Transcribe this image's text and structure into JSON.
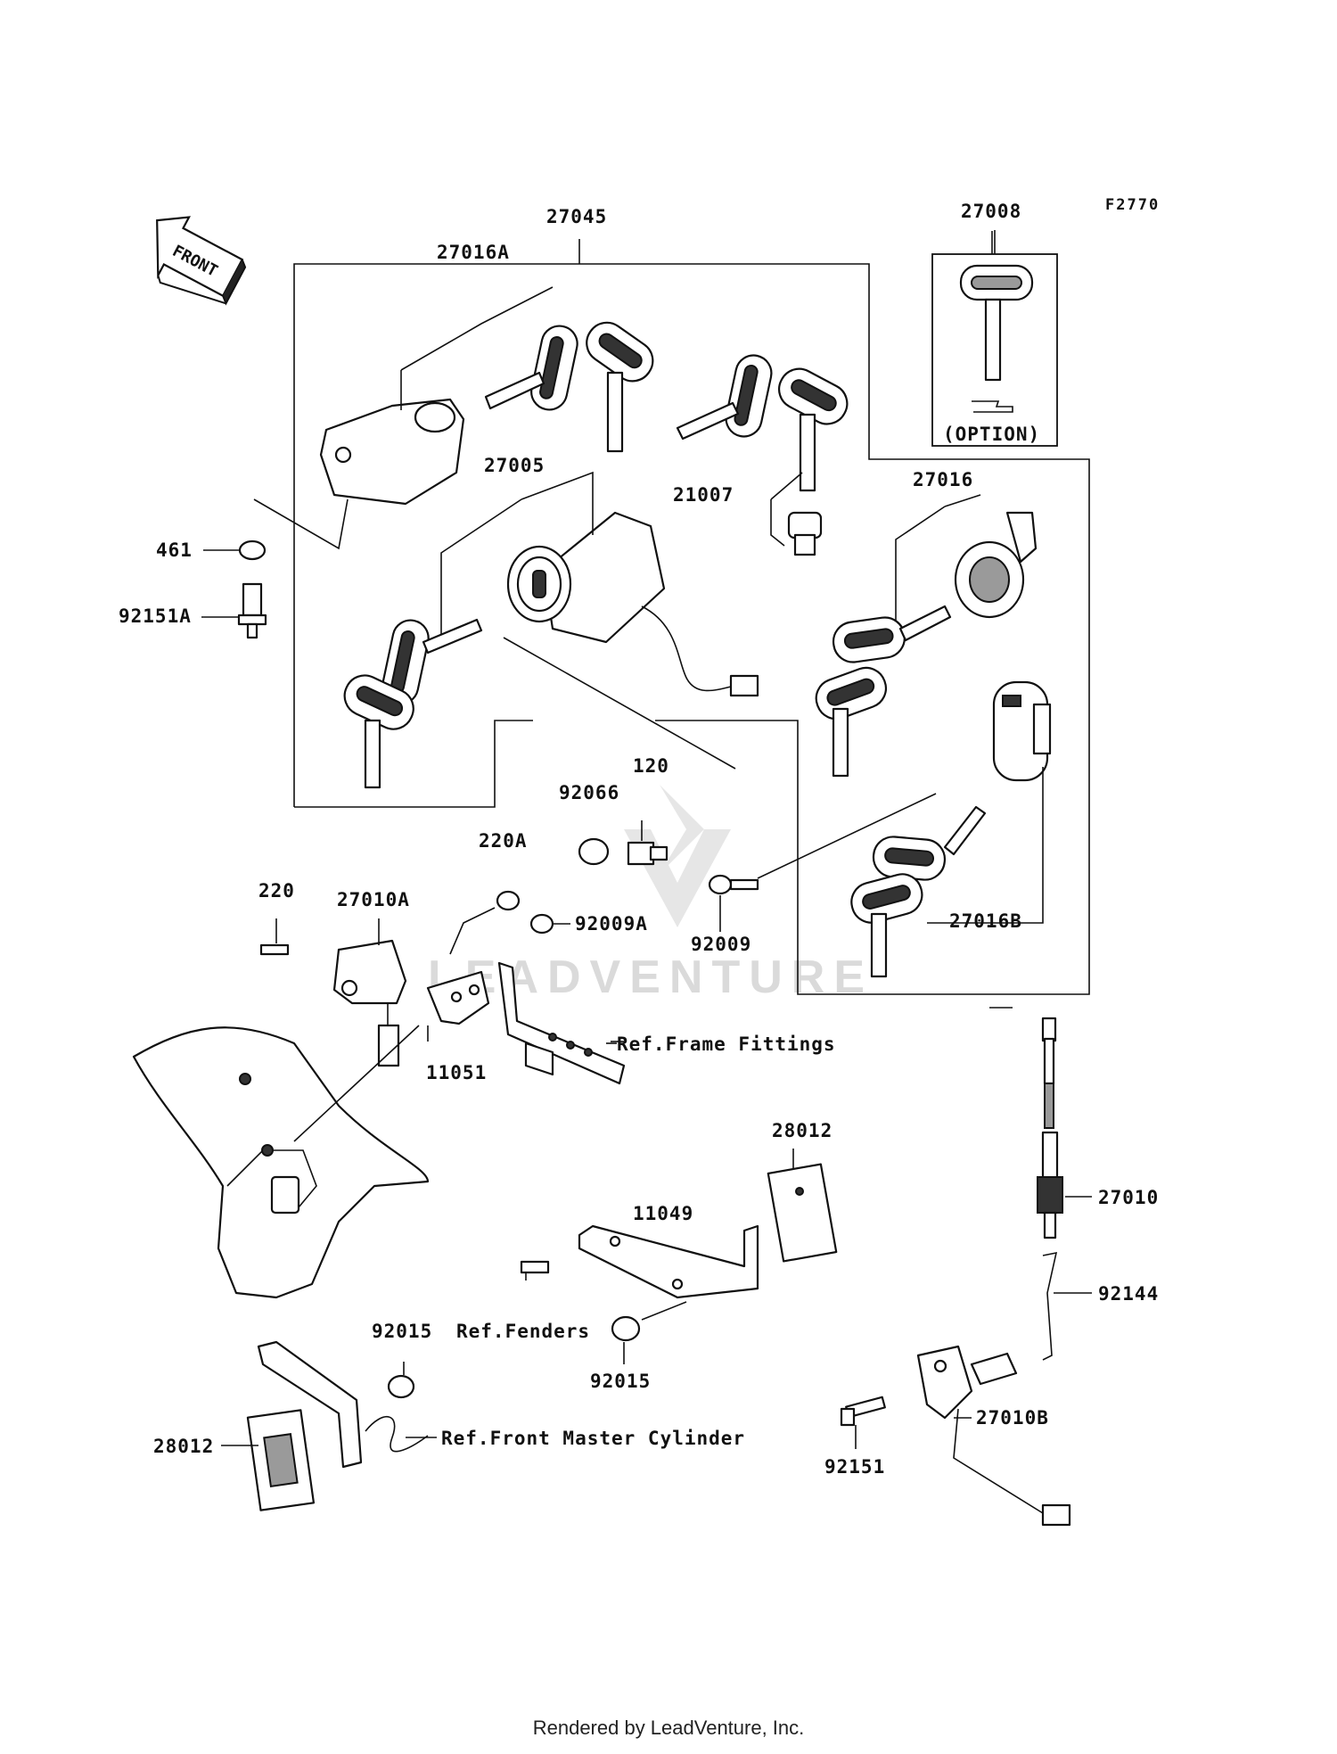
{
  "diagram": {
    "code": "F2770",
    "front_label": "FRONT",
    "option_label": "(OPTION)",
    "watermark": "LEADVENTURE",
    "parts": {
      "p27045": "27045",
      "p27008": "27008",
      "p27016A": "27016A",
      "p27005": "27005",
      "p21007": "21007",
      "p27016": "27016",
      "p461": "461",
      "p92151A": "92151A",
      "p120": "120",
      "p92066": "92066",
      "p220A": "220A",
      "p220": "220",
      "p27010A": "27010A",
      "p92009A": "92009A",
      "p92009": "92009",
      "p27016B": "27016B",
      "p11051": "11051",
      "p28012a": "28012",
      "p11049": "11049",
      "p27010": "27010",
      "p92144": "92144",
      "p92015a": "92015",
      "p92015b": "92015",
      "p28012b": "28012",
      "p92151": "92151",
      "p27010B": "27010B"
    },
    "refs": {
      "frame_fittings": "Ref.Frame Fittings",
      "fenders": "Ref.Fenders",
      "front_master_cylinder": "Ref.Front Master Cylinder"
    }
  },
  "footer": "Rendered by LeadVenture, Inc."
}
